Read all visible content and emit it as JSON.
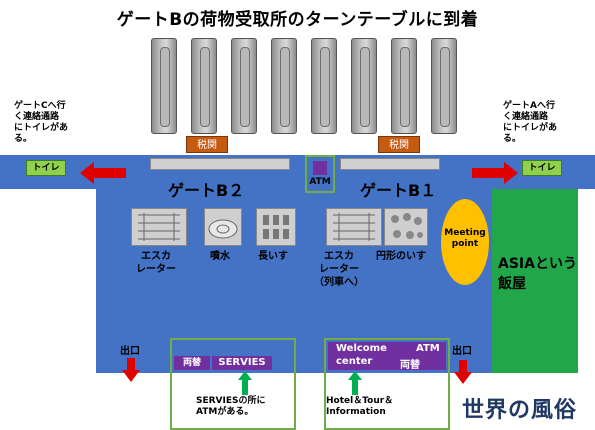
{
  "title": "ゲートBの荷物受取所のターンテーブルに到着",
  "customs": [
    "税関",
    "税関"
  ],
  "gates": {
    "b2": "ゲートB２",
    "b1": "ゲートB１"
  },
  "atm_top": "ATM",
  "toilets": {
    "left": "トイレ",
    "right": "トイレ"
  },
  "notes": {
    "left": [
      "ゲートCへ行",
      "く連絡通路",
      "にトイレがあ",
      "る。"
    ],
    "right": [
      "ゲートAへ行",
      "く連絡通路",
      "にトイレがあ",
      "る。"
    ]
  },
  "facilities": [
    {
      "lines": [
        "エスカ",
        "レーター"
      ]
    },
    {
      "lines": [
        "噴水"
      ]
    },
    {
      "lines": [
        "長いす"
      ]
    },
    {
      "lines": [
        "エスカ",
        "レーター",
        "（列車へ）"
      ]
    },
    {
      "lines": [
        "円形のいす"
      ]
    }
  ],
  "meeting_point": [
    "Meeting",
    "point"
  ],
  "asia": [
    "ASIAという",
    "飯屋"
  ],
  "exits": [
    "出口",
    "出口"
  ],
  "bottom_left": {
    "exchange": "両替",
    "services": "SERVIES",
    "note": [
      "SERVIESの所に",
      "ATMがある。"
    ]
  },
  "bottom_right": {
    "welcome": [
      "Welcome",
      "center"
    ],
    "atm": "ATM",
    "exchange": "両替",
    "note": [
      "Hotel＆Tour＆",
      "Information"
    ]
  },
  "watermark": "世界の風俗",
  "colors": {
    "corridor": "#4472c4",
    "asia": "#22a64a",
    "meeting": "#ffc000",
    "arrow_red": "#e00000",
    "arrow_green": "#00b050",
    "purple": "#7030a0",
    "customs": "#c55a11"
  }
}
